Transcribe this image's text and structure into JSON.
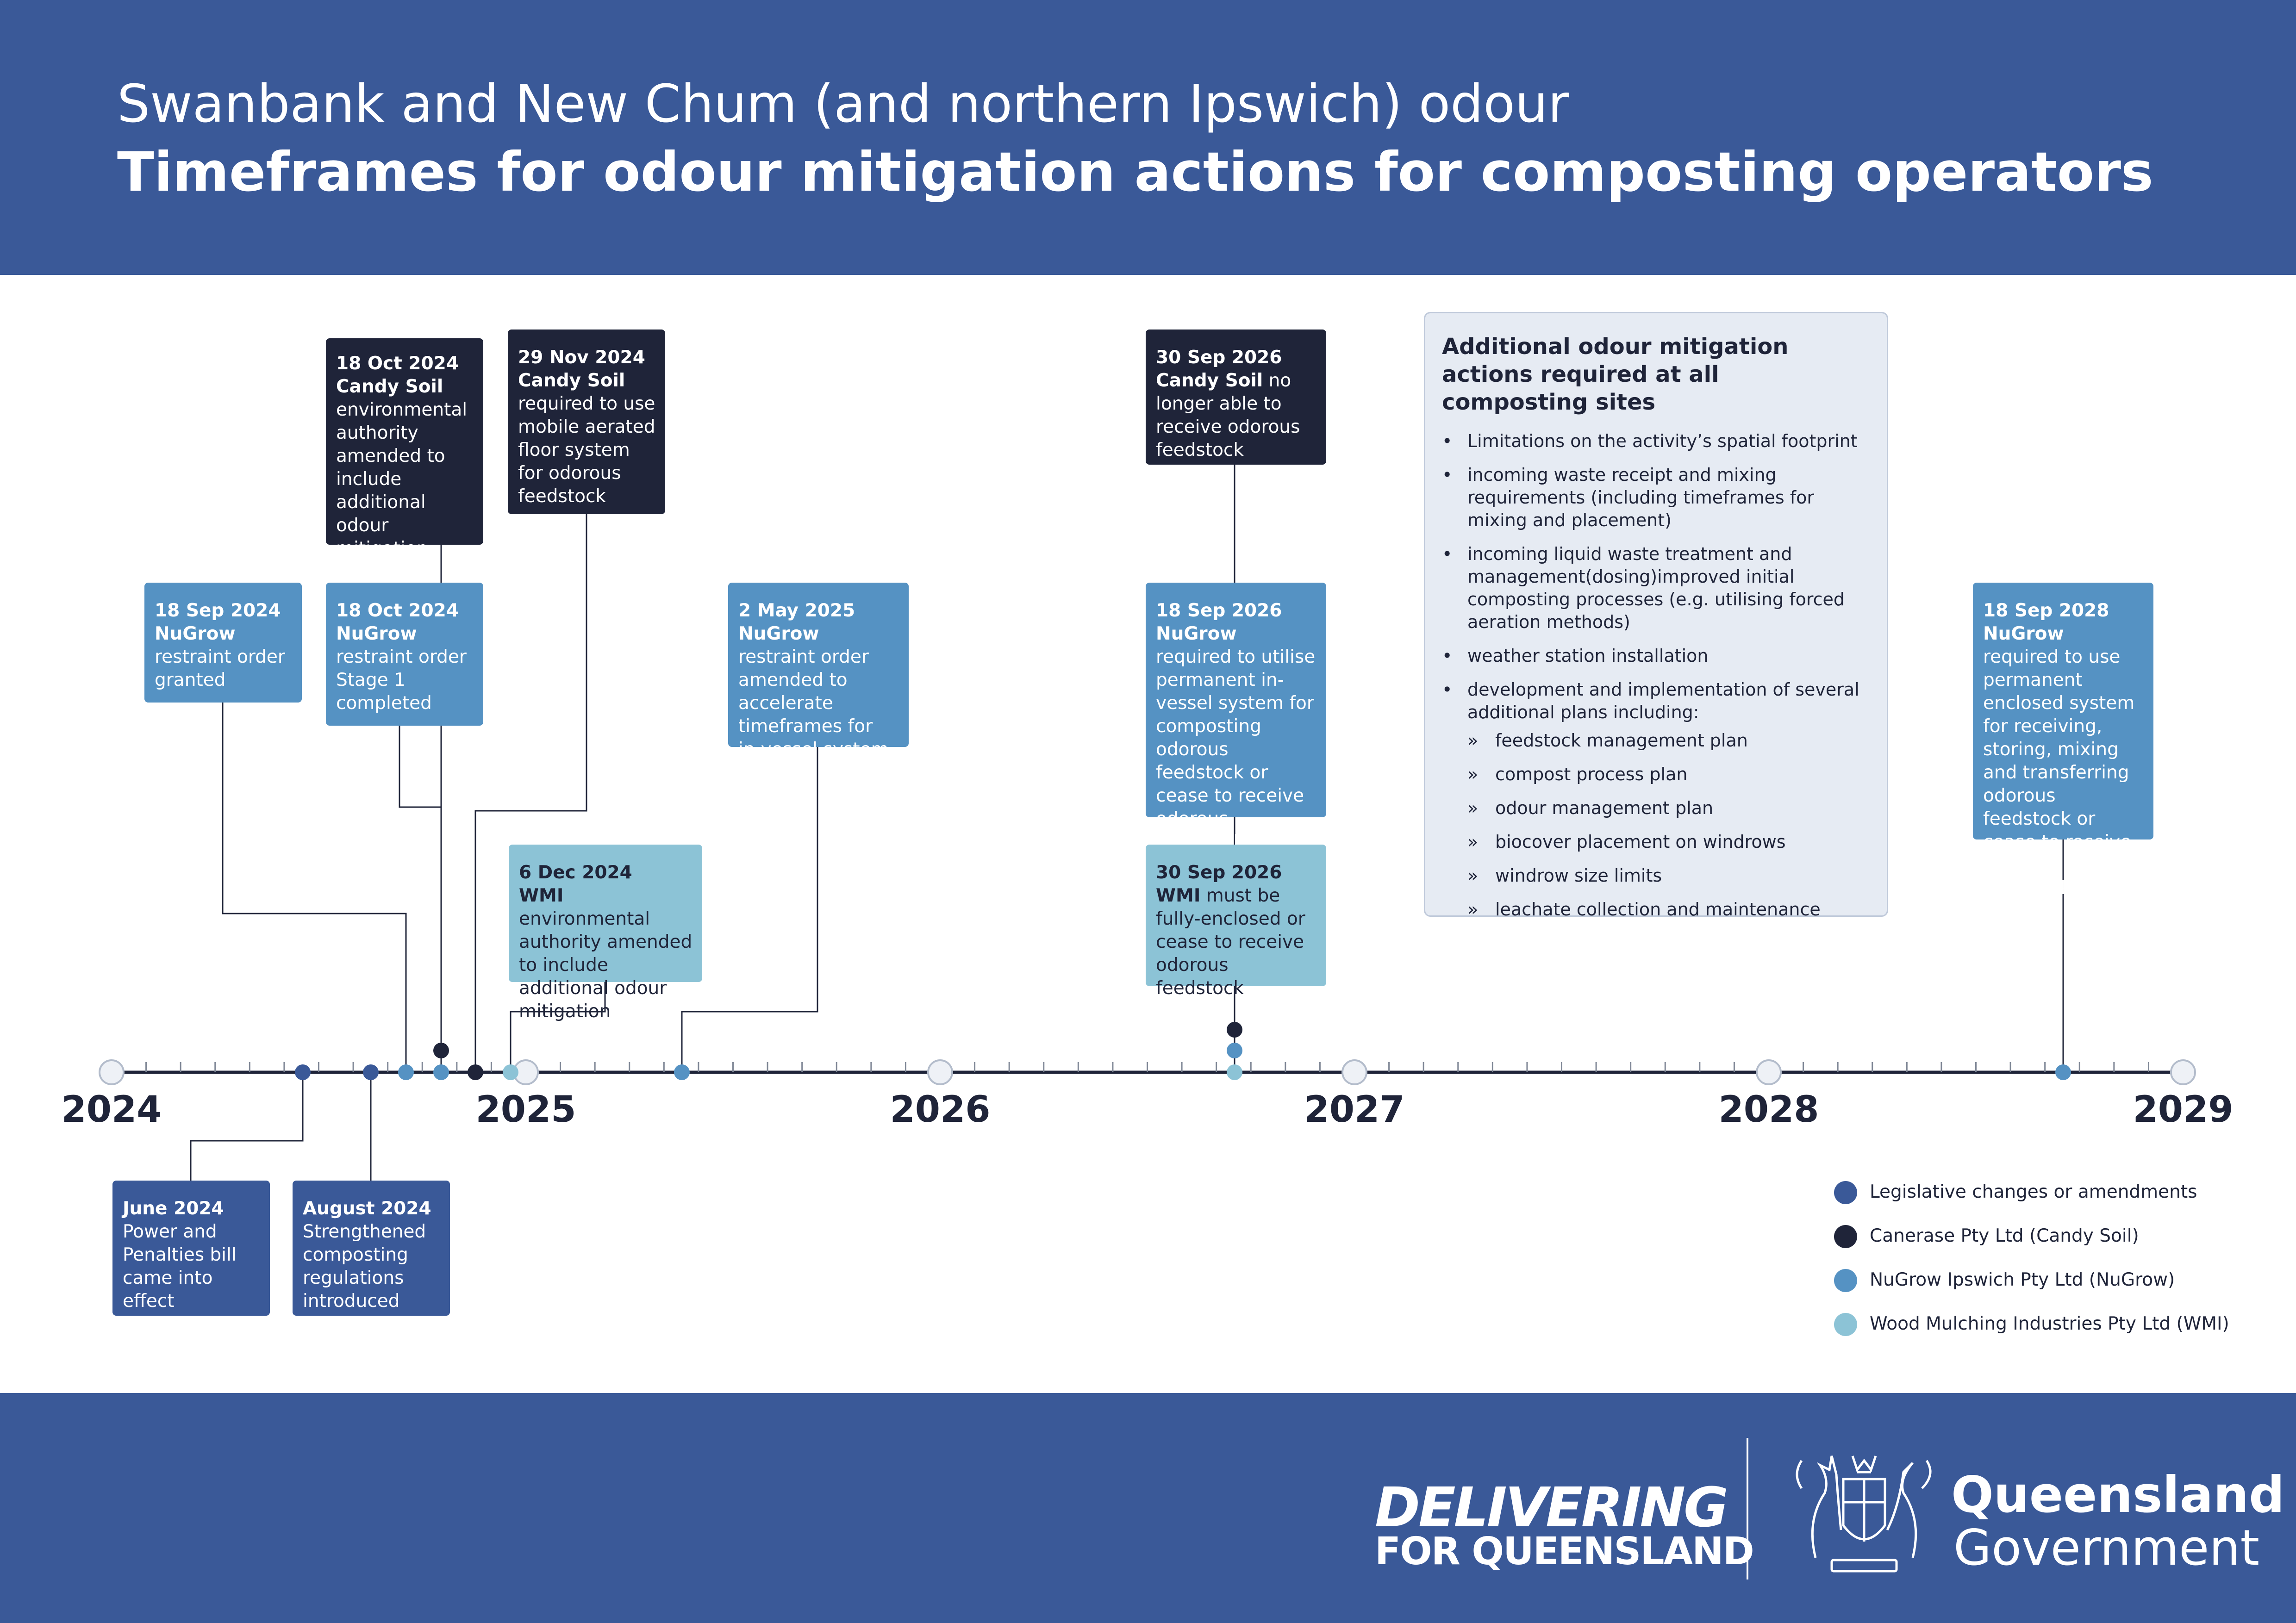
{
  "header": {
    "subtitle": "Swanbank and New Chum (and northern Ipswich) odour",
    "title": "Timeframes for odour mitigation actions for composting operators"
  },
  "colors": {
    "header_band": "#3a5998",
    "legislative": "#3a5998",
    "candy_soil": "#1f2439",
    "nugrow": "#5592c3",
    "wmi": "#8cc3d6"
  },
  "timeline": {
    "years": [
      "2024",
      "2025",
      "2026",
      "2027",
      "2028",
      "2029"
    ]
  },
  "events": {
    "june2024": {
      "date": "June 2024",
      "text": "Power and Penalties bill came into effect"
    },
    "aug2024": {
      "date": "August 2024",
      "text": "Strengthened composting regulations introduced"
    },
    "sep2024_nugrow": {
      "date": "18 Sep 2024",
      "who": "NuGrow",
      "text": "restraint order granted"
    },
    "oct2024_nugrow": {
      "date": "18 Oct 2024",
      "who": "NuGrow",
      "text": "restraint order Stage 1 completed"
    },
    "oct2024_candy": {
      "date": "18 Oct 2024",
      "who": "Candy Soil",
      "text": "environmental authority amended to include additional odour mitigation"
    },
    "nov2024_candy": {
      "date": "29 Nov 2024",
      "who": "Candy Soil",
      "text": "required to use mobile aerated floor system for odorous feedstock"
    },
    "dec2024_wmi": {
      "date": "6 Dec 2024",
      "who": "WMI",
      "text": "environmental authority amended to  include additional odour mitigation"
    },
    "may2025_nugrow": {
      "date": "2 May 2025",
      "who": "NuGrow",
      "text": "restraint order amended to accelerate timeframes for in-vessel system"
    },
    "sep2026_nugrow": {
      "date": "18 Sep 2026",
      "who": "NuGrow",
      "text": "required to utilise permanent in-vessel system for composting odorous feedstock or cease to receive odorous feedstock"
    },
    "sep2026_candy": {
      "date": "30 Sep 2026",
      "who": "Candy Soil",
      "text": "no longer able to receive odorous feedstock"
    },
    "sep2026_wmi": {
      "date": "30 Sep 2026",
      "who": "WMI",
      "text": "must be fully-enclosed or cease to receive odorous feedstock"
    },
    "sep2028_nugrow": {
      "date": "18 Sep 2028",
      "who": "NuGrow",
      "text": "required to use permanent enclosed system for receiving, storing, mixing and transferring odorous feedstock or cease to receive odorous feedstock"
    }
  },
  "additional_actions": {
    "heading": "Additional odour mitigation actions required at all composting sites",
    "items": [
      "Limitations on the activity’s spatial footprint",
      "incoming waste receipt and mixing requirements (including timeframes for mixing and placement)",
      "incoming liquid waste treatment and management(dosing)improved initial composting processes (e.g. utilising forced aeration methods)",
      "weather station installation",
      "development and implementation of several additional plans including:"
    ],
    "sub_items": [
      "feedstock management plan",
      "compost process plan",
      "odour management plan",
      "biocover placement on windrows",
      "windrow size limits",
      "leachate collection and maintenance"
    ]
  },
  "legend": [
    {
      "label": "Legislative changes or amendments",
      "color": "#3a5998"
    },
    {
      "label": "Canerase Pty Ltd (Candy Soil)",
      "color": "#1f2439"
    },
    {
      "label": "NuGrow Ipswich Pty Ltd (NuGrow)",
      "color": "#5592c3"
    },
    {
      "label": "Wood Mulching Industries Pty Ltd (WMI)",
      "color": "#8cc3d6"
    }
  ],
  "footer": {
    "delivering_line1": "DELIVERING",
    "delivering_line2": "FOR QUEENSLAND",
    "qld_line1": "Queensland",
    "qld_line2": "Government",
    "crest_icon": "queensland-coat-of-arms-icon"
  }
}
